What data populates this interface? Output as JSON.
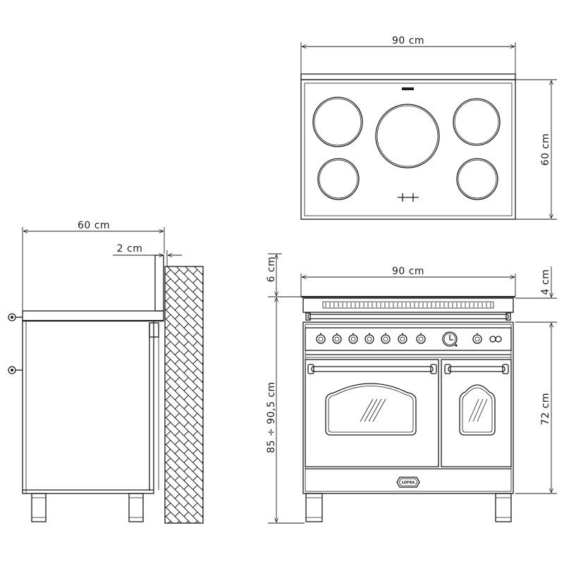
{
  "top_view": {
    "width_label": "90 cm",
    "depth_label": "60 cm"
  },
  "side_view": {
    "depth_label": "60 cm",
    "gap_label": "2 cm"
  },
  "front_view": {
    "width_label": "90 cm",
    "backsplash_label": "6 cm",
    "top_label": "4 cm",
    "height_label": "85 ÷ 90,5 cm",
    "body_label": "72 cm",
    "badge": "LOFRA"
  },
  "colors": {
    "line": "#1a1a1a",
    "background": "#ffffff"
  }
}
